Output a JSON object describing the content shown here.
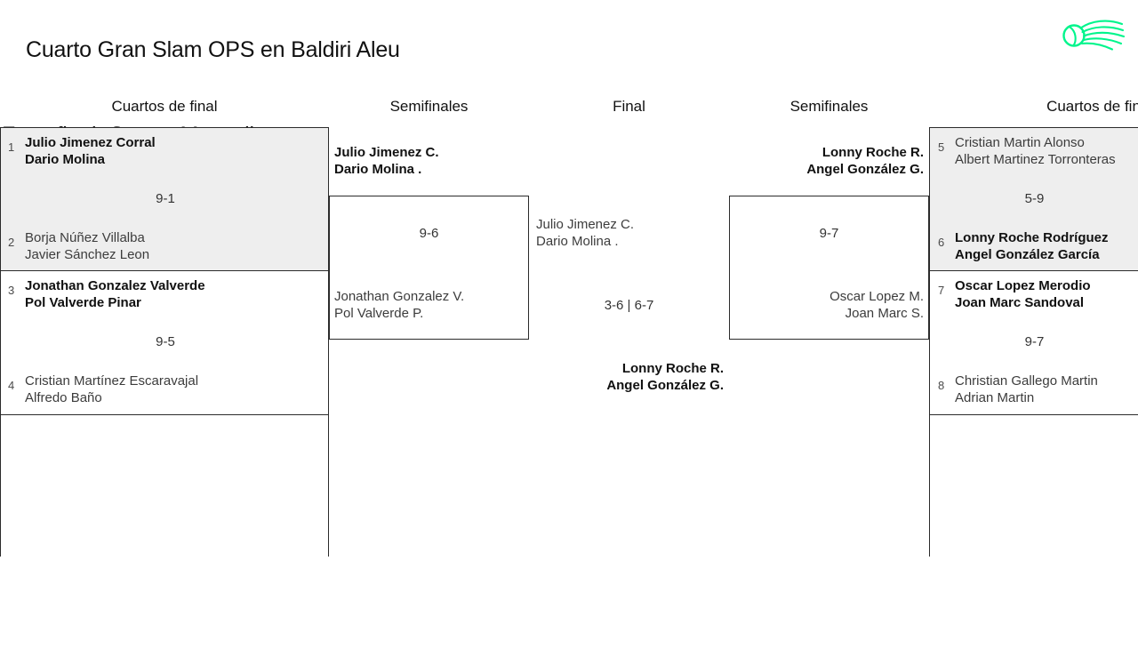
{
  "header": {
    "title_line1": "Cuarto Gran Slam OPS en Baldiri Aleu",
    "title_line2": "Fase final. Cuarta Masculina",
    "logo_name": "padel-ball-swoosh-logo",
    "logo_color": "#00f58c"
  },
  "round_headers": {
    "qf_left": "Cuartos de final",
    "sf_left": "Semifinales",
    "final": "Final",
    "sf_right": "Semifinales",
    "qf_right": "Cuartos de fin"
  },
  "colors": {
    "shaded_row": "#eeeeee",
    "border": "#2b2b2b",
    "winner_text": "#111111",
    "loser_text": "#3c3c3c",
    "seed_text": "#4a4a4a"
  },
  "bracket": {
    "quarterfinals_left": [
      {
        "score": "9-1",
        "top": {
          "seed": "1",
          "player1": "Julio Jimenez Corral",
          "player2": "Dario Molina",
          "winner": true
        },
        "bottom": {
          "seed": "2",
          "player1": "Borja Núñez Villalba",
          "player2": "Javier Sánchez Leon",
          "winner": false
        }
      },
      {
        "score": "9-5",
        "top": {
          "seed": "3",
          "player1": "Jonathan Gonzalez Valverde",
          "player2": "Pol Valverde Pinar",
          "winner": true
        },
        "bottom": {
          "seed": "4",
          "player1": "Cristian Martínez Escaravajal",
          "player2": "Alfredo Baño",
          "winner": false
        }
      }
    ],
    "quarterfinals_right": [
      {
        "score": "5-9",
        "top": {
          "seed": "5",
          "player1": "Cristian Martin Alonso",
          "player2": "Albert Martinez Torronteras",
          "winner": false
        },
        "bottom": {
          "seed": "6",
          "player1": "Lonny Roche Rodríguez",
          "player2": "Angel González García",
          "winner": true
        }
      },
      {
        "score": "9-7",
        "top": {
          "seed": "7",
          "player1": "Oscar Lopez Merodio",
          "player2": "Joan Marc Sandoval",
          "winner": true
        },
        "bottom": {
          "seed": "8",
          "player1": "Christian Gallego Martin",
          "player2": "Adrian Martin",
          "winner": false
        }
      }
    ],
    "semifinal_left": {
      "score": "9-6",
      "top": {
        "player1": "Julio Jimenez C.",
        "player2": "Dario Molina .",
        "winner": true
      },
      "bottom": {
        "player1": "Jonathan Gonzalez V.",
        "player2": "Pol Valverde P.",
        "winner": false
      }
    },
    "semifinal_right": {
      "score": "9-7",
      "top": {
        "player1": "Lonny Roche R.",
        "player2": "Angel González G.",
        "winner": true
      },
      "bottom": {
        "player1": "Oscar Lopez M.",
        "player2": "Joan Marc S.",
        "winner": false
      }
    },
    "final": {
      "score": "3-6 | 6-7",
      "left": {
        "player1": "Julio Jimenez C.",
        "player2": "Dario Molina .",
        "winner": false
      },
      "right": {
        "player1": "Lonny Roche R.",
        "player2": "Angel González G.",
        "winner": true
      }
    }
  }
}
